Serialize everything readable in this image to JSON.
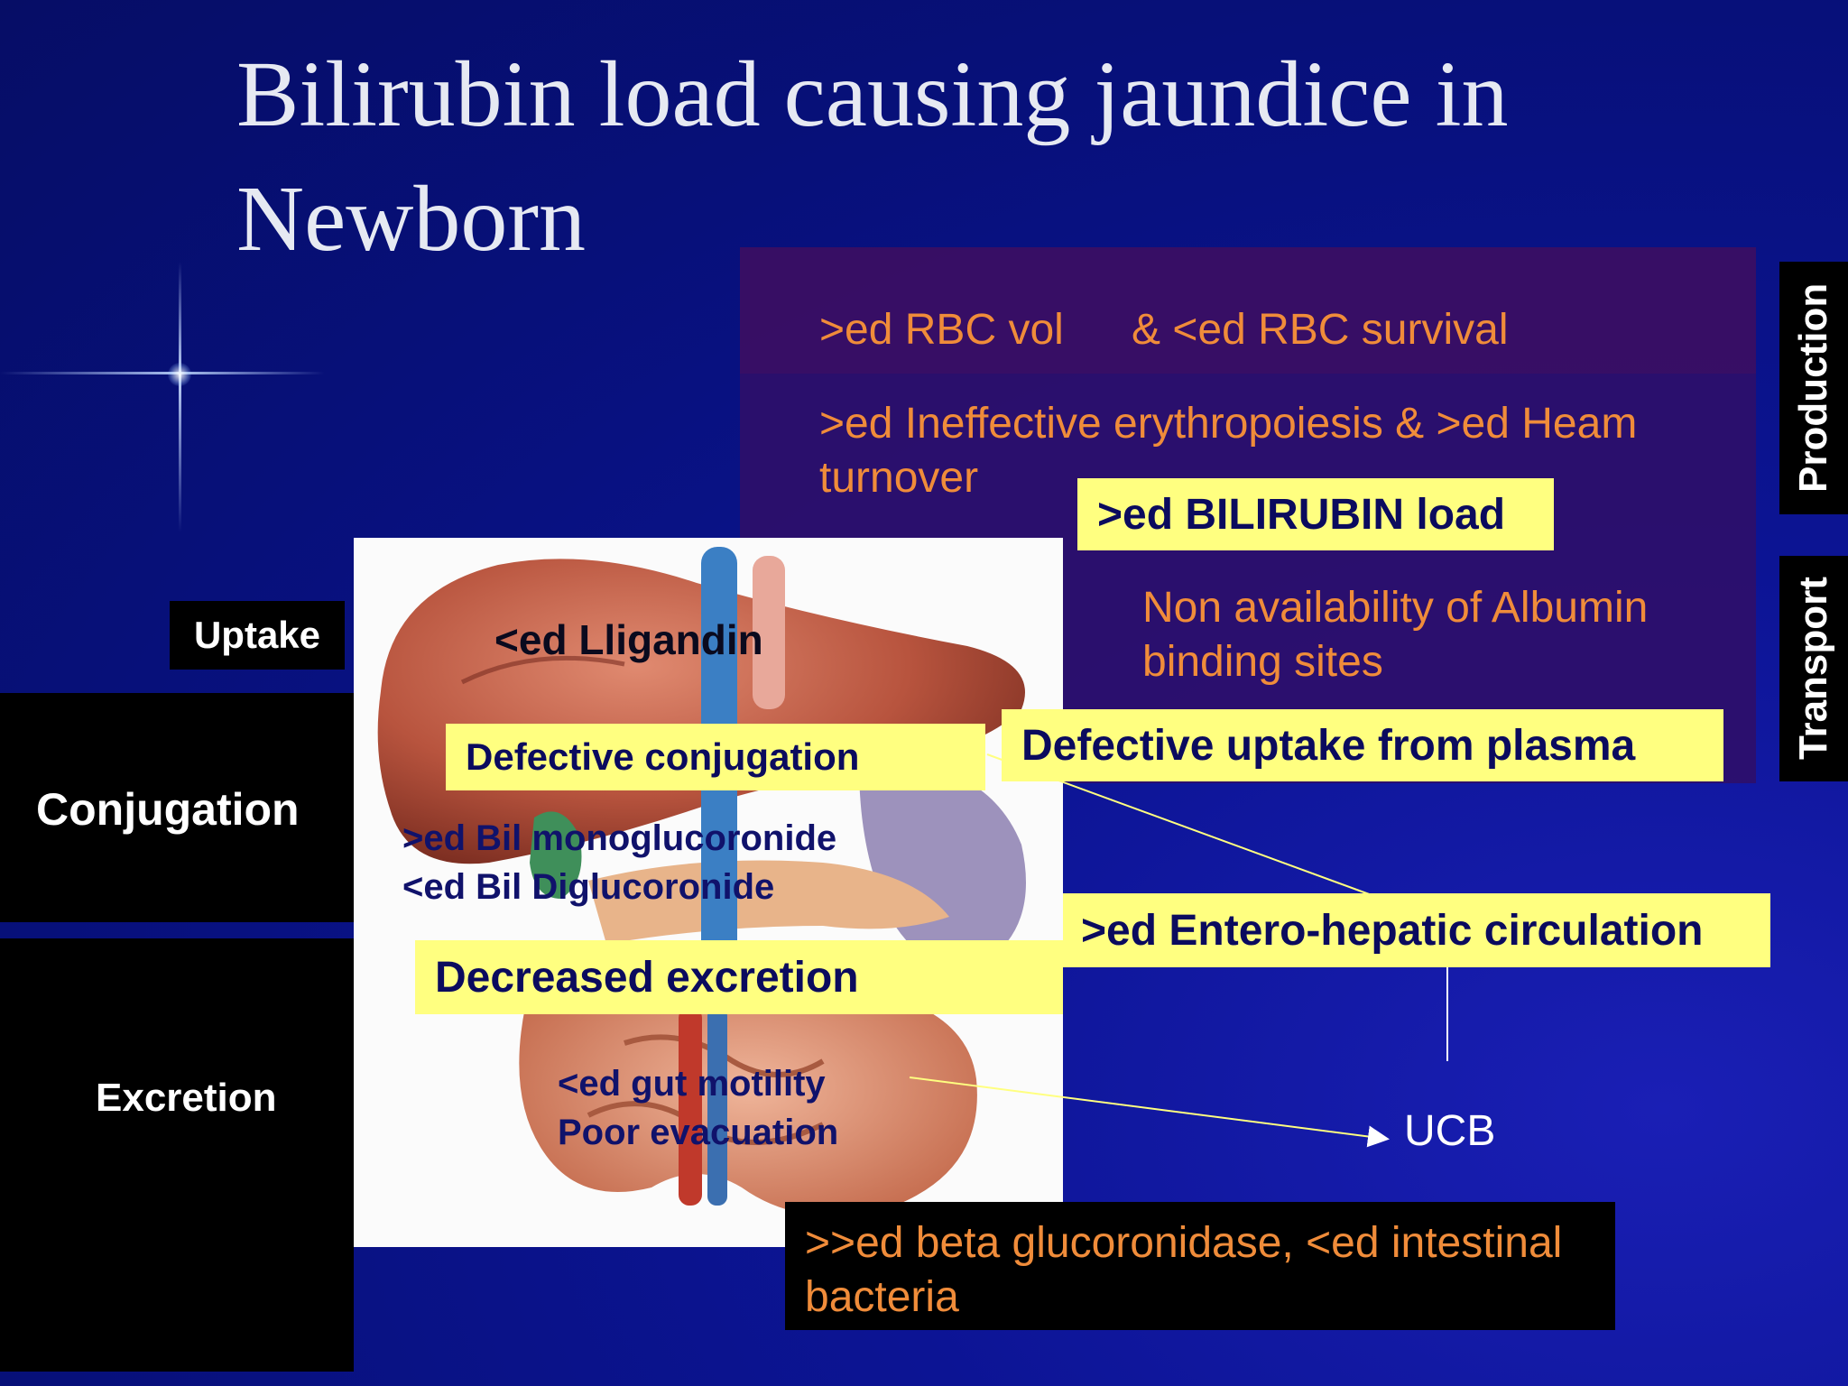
{
  "title": "Bilirubin load causing jaundice in Newborn",
  "labels": {
    "production": "Production",
    "transport": "Transport",
    "uptake": "Uptake",
    "conjugation": "Conjugation",
    "excretion": "Excretion"
  },
  "production_items": {
    "rbc_volume": ">ed RBC vol",
    "rbc_survival": "& <ed RBC survival",
    "erythropoiesis": ">ed Ineffective erythropoiesis & >ed Heam turnover"
  },
  "transport_item": "Non availability of Albumin binding sites",
  "callouts": {
    "bilirubin_load": ">ed BILIRUBIN load",
    "defective_uptake": "Defective uptake from plasma",
    "defective_conjugation": "Defective conjugation",
    "decreased_excretion": "Decreased excretion",
    "enterohepatic": ">ed Entero-hepatic circulation"
  },
  "image_text": {
    "ligandin": "<ed Lligandin",
    "monoglucuronide": ">ed Bil monoglucoronide",
    "diglucuronide": "<ed Bil Diglucoronide",
    "gut_motility": "<ed gut motility",
    "poor_evacuation": "Poor evacuation"
  },
  "ucb": "UCB",
  "glucuronidase": ">>ed beta glucoronidase, <ed intestinal bacteria",
  "colors": {
    "background": "#0c1494",
    "orange_text": "#f08c3a",
    "callout_fill": "#ffff80",
    "callout_text": "#0b0b5e",
    "panel_purple": "#3a0f63"
  }
}
